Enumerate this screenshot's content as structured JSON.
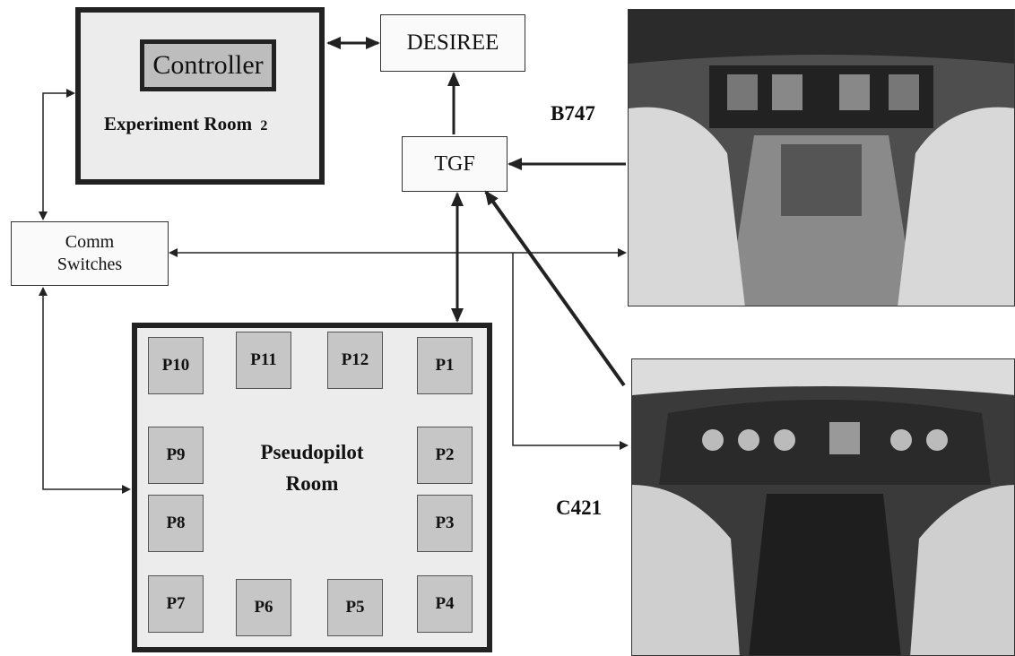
{
  "experiment_room": {
    "controller_label": "Controller",
    "room_label": "Experiment Room",
    "room_number": "2"
  },
  "desiree": "DESIREE",
  "tgf": "TGF",
  "comm_switches": {
    "line1": "Comm",
    "line2": "Switches"
  },
  "pseudopilot_room": {
    "label_line1": "Pseudopilot",
    "label_line2": "Room",
    "positions": [
      "P10",
      "P11",
      "P12",
      "P1",
      "P9",
      "P2",
      "P8",
      "P3",
      "P7",
      "P6",
      "P5",
      "P4"
    ]
  },
  "aircraft": {
    "top_label": "B747",
    "bottom_label": "C421"
  },
  "colors": {
    "room_border": "#222222",
    "cell_fill": "#c6c6c6",
    "room_fill": "#ececec"
  }
}
